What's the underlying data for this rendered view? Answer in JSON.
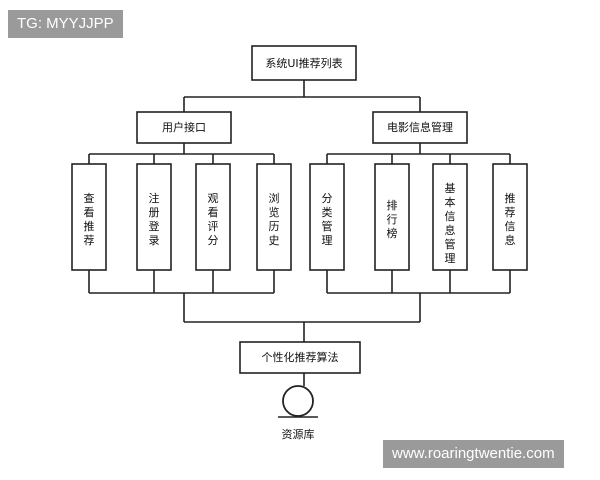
{
  "watermarks": {
    "top_left": "TG: MYYJJPP",
    "bottom_right": "www.roaringtwentie.com"
  },
  "diagram": {
    "root": "系统UI推荐列表",
    "modules": {
      "user": {
        "title": "用户接口",
        "children": [
          "查看推荐",
          "注册登录",
          "观看评分",
          "浏览历史"
        ]
      },
      "movie": {
        "title": "电影信息管理",
        "children": [
          "分类管理",
          "排行榜",
          "基本信息管理",
          "推荐信息"
        ]
      }
    },
    "algorithm": "个性化推荐算法",
    "database": "资源库"
  }
}
